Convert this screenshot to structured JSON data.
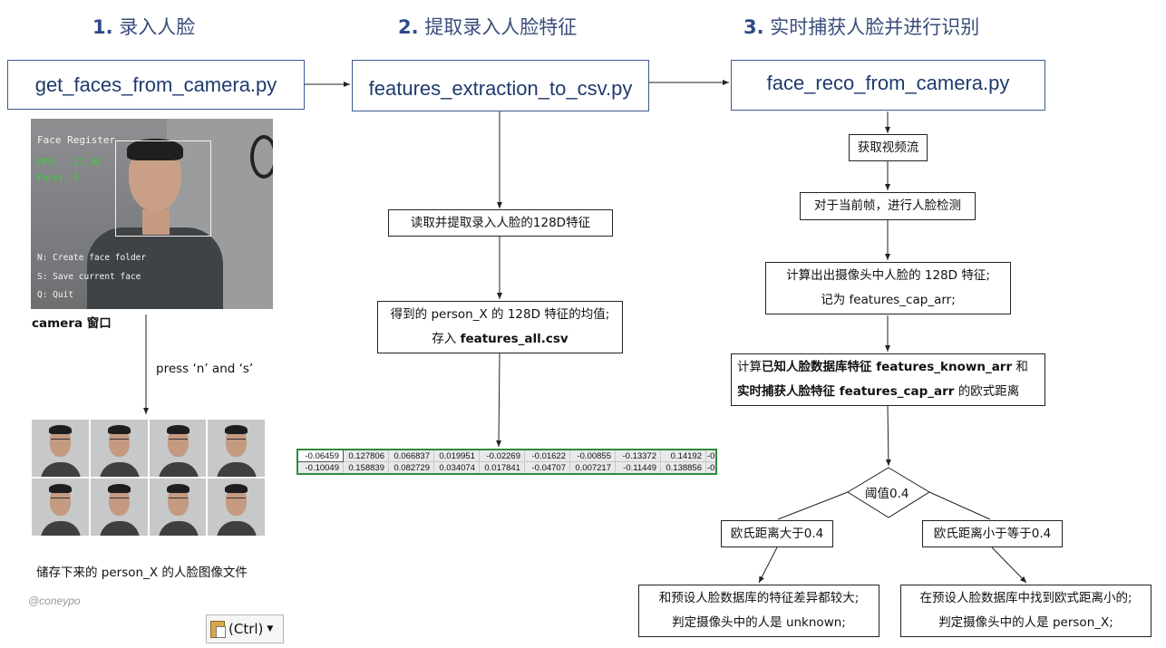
{
  "headings": {
    "step1": {
      "num": "1.",
      "text": "录入人脸"
    },
    "step2": {
      "num": "2.",
      "text": "提取录入人脸特征"
    },
    "step3": {
      "num": "3.",
      "text": "实时捕获人脸并进行识别"
    }
  },
  "scripts": {
    "s1": "get_faces_from_camera.py",
    "s2": "features_extraction_to_csv.py",
    "s3": "face_reco_from_camera.py"
  },
  "camera": {
    "title_overlay": "Face Register",
    "fps_label": "FPS:",
    "fps_value": "27.36",
    "faces_label": "Faces: 1",
    "hint_n": "N: Create face folder",
    "hint_s": "S: Save current face",
    "hint_q": "Q: Quit",
    "caption_bold": "camera",
    "caption_rest": " 窗口"
  },
  "press_label": "press ‘n’ and ‘s’",
  "saved_caption": "储存下来的 person_X 的人脸图像文件",
  "watermark": "@coneypo",
  "col2": {
    "read_box": "读取并提取录入人脸的128D特征",
    "mean_line1": "得到的 person_X 的 128D 特征的均值;",
    "mean_line2_pre": "存入 ",
    "mean_line2_bold": "features_all.csv"
  },
  "csv_rows": [
    [
      "-0.06459",
      "0.127806",
      "0.066837",
      "0.019951",
      "-0.02269",
      "-0.01622",
      "-0.00855",
      "-0.13372",
      "0.14192",
      "-0"
    ],
    [
      "-0.10049",
      "0.158839",
      "0.082729",
      "0.034074",
      "0.017841",
      "-0.04707",
      "0.007217",
      "-0.11449",
      "0.138856",
      "-0"
    ]
  ],
  "col3": {
    "video": "获取视频流",
    "detect": "对于当前帧，进行人脸检测",
    "compute_line1": "计算出出摄像头中人脸的 128D 特征;",
    "compute_line2": "记为 features_cap_arr;",
    "dist_line1_pre": "计算",
    "dist_line1_bold": "已知人脸数据库特征 features_known_arr",
    "dist_line1_post": " 和",
    "dist_line2_bold": "实时捕获人脸特征 features_cap_arr",
    "dist_line2_post": " 的欧式距离",
    "threshold": "阈值0.4",
    "gt": "欧氏距离大于0.4",
    "le": "欧氏距离小于等于0.4",
    "unknown_line1": "和预设人脸数据库的特征差异都较大;",
    "unknown_line2": "判定摄像头中的人是 unknown;",
    "known_line1": "在预设人脸数据库中找到欧式距离小的;",
    "known_line2": "判定摄像头中的人是 person_X;"
  },
  "paste_button": {
    "label": "(Ctrl)",
    "icon": "clipboard-icon"
  }
}
